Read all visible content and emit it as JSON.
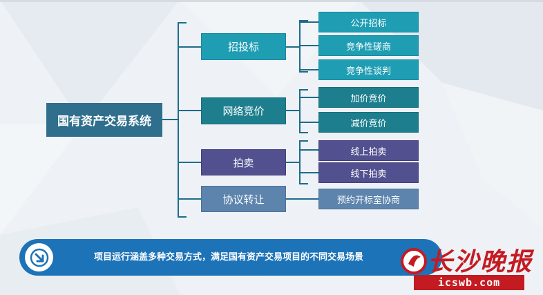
{
  "diagram": {
    "root": "国有资产交易系统",
    "groups": [
      {
        "label": "招投标",
        "children": [
          "公开招标",
          "竞争性磋商",
          "竞争性谈判"
        ]
      },
      {
        "label": "网络竞价",
        "children": [
          "加价竞价",
          "减价竞价"
        ]
      },
      {
        "label": "拍卖",
        "children": [
          "线上拍卖",
          "线下拍卖"
        ]
      },
      {
        "label": "协议转让",
        "children": [
          "预约开标室协商"
        ]
      }
    ]
  },
  "banner": {
    "text": "项目运行涵盖多种交易方式，满足国有资产交易项目的不同交易场景",
    "icon": "arrow-down-right-icon"
  },
  "watermark": {
    "brand": "长沙晚报",
    "url": "icswb.com"
  },
  "colors": {
    "root": "#2f6f8d",
    "teal": "#1f9db3",
    "dark_teal": "#1d7f8e",
    "purple": "#52508f",
    "steel_blue": "#5d84ad",
    "banner": "#1d73b8",
    "brand_red": "#c41b22"
  }
}
